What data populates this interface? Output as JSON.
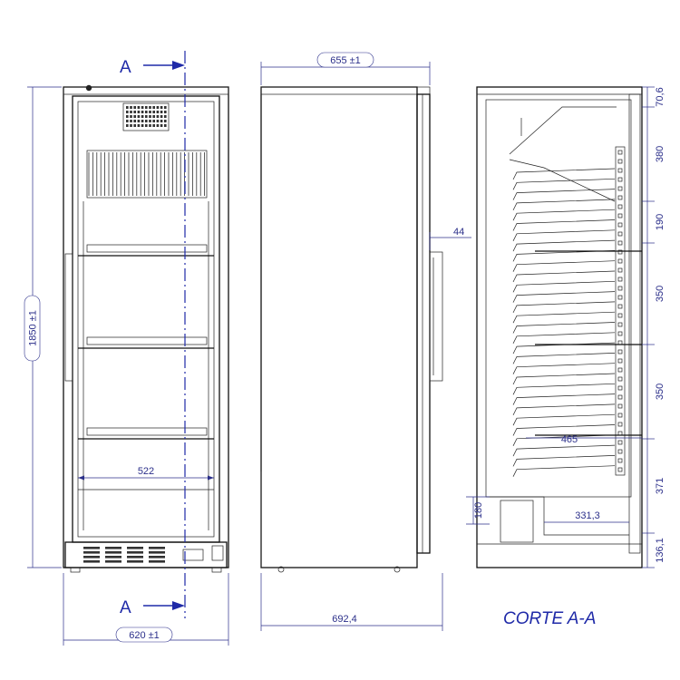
{
  "title": "CORTE A-A",
  "section_marker": "A",
  "dimensions": {
    "front_width": "620 ±1",
    "height": "1850 ±1",
    "inner_width": "522",
    "side_width": "655 ±1",
    "handle_offset": "44",
    "depth_total": "692,4",
    "shelf_depth": "465",
    "base_depth": "331,3",
    "base_height": "180"
  },
  "section_heights": [
    "70,6",
    "380",
    "190",
    "350",
    "350",
    "371",
    "136,1"
  ],
  "colors": {
    "line": "#111111",
    "dimension": "#2b2f8a",
    "section": "#1f2aa8"
  }
}
